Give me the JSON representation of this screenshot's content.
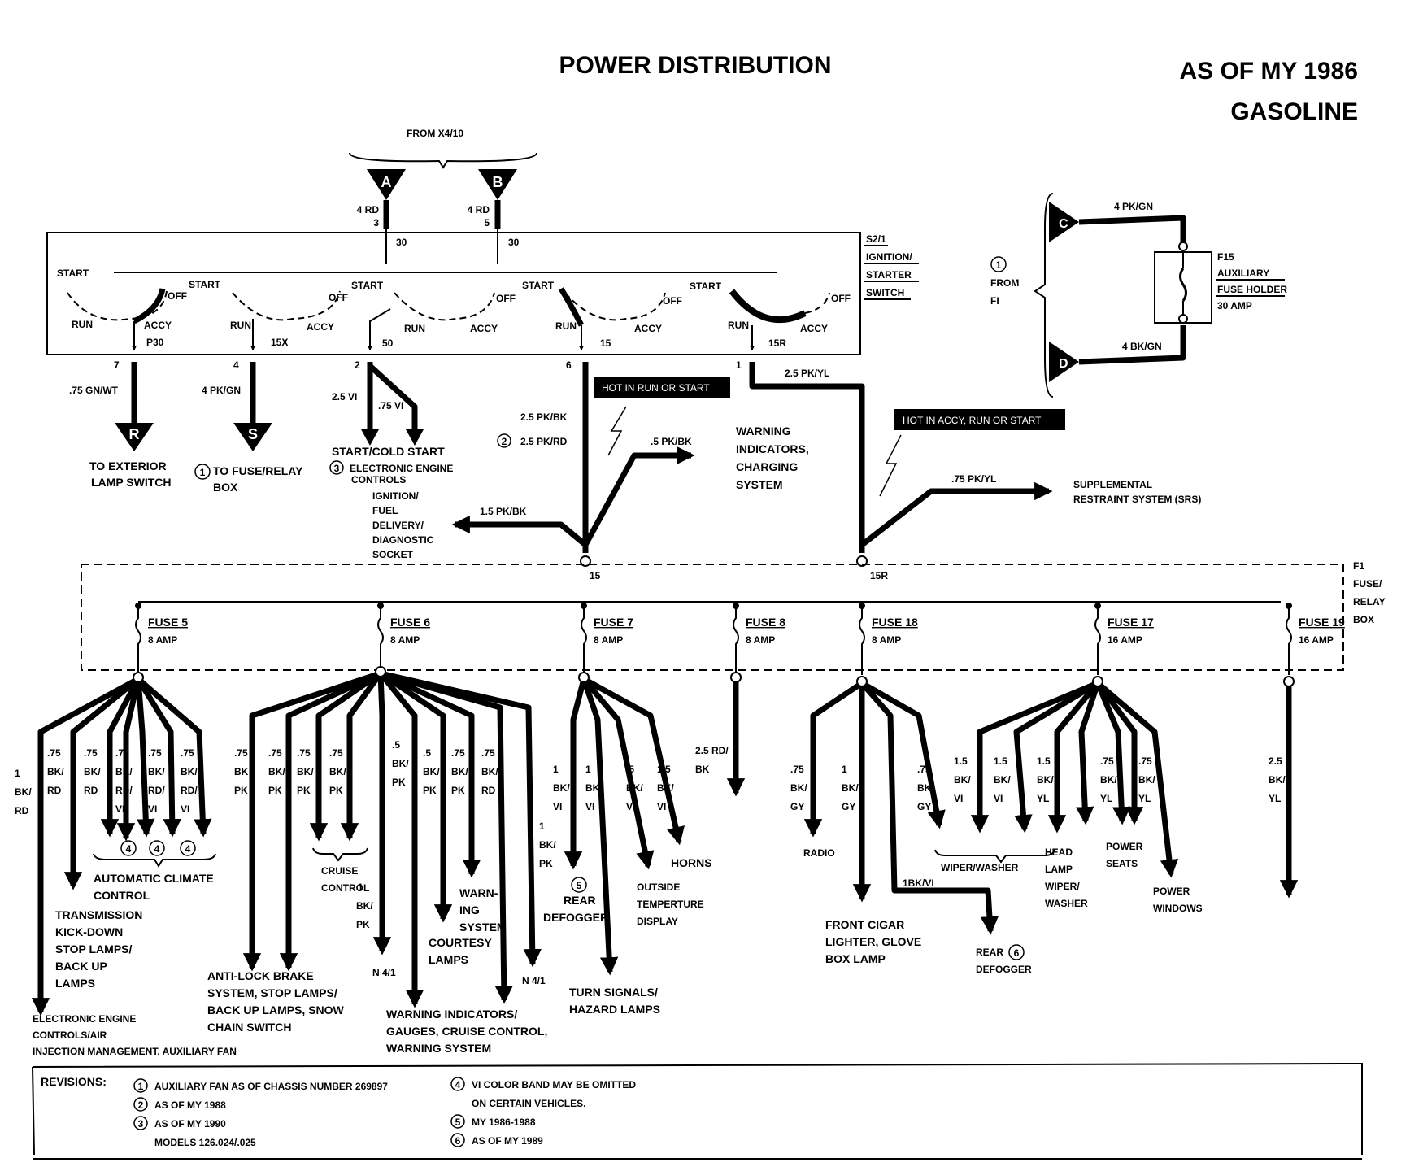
{
  "header": {
    "title": "POWER DISTRIBUTION",
    "as_of": "AS OF MY 1986",
    "fuel": "GASOLINE"
  },
  "top": {
    "from": "FROM X4/10",
    "conn_a": "A",
    "conn_b": "B",
    "wire_a": "4 RD",
    "pin_a": "3",
    "wire_b": "4 RD",
    "pin_b": "5",
    "term30": "30"
  },
  "switch": {
    "label": [
      "S2/1",
      "IGNITION/",
      "STARTER",
      "SWITCH"
    ],
    "start": "START",
    "off": "OFF",
    "run": "RUN",
    "accy": "ACCY",
    "outputs": [
      {
        "term": "P30",
        "pin": "7",
        "wire": ".75 GN/WT",
        "conn": "R",
        "dest": [
          "TO EXTERIOR",
          "LAMP SWITCH"
        ]
      },
      {
        "term": "15X",
        "pin": "4",
        "wire": "4 PK/GN",
        "conn": "S",
        "dest": [
          "TO FUSE/RELAY",
          "BOX"
        ],
        "note": "1"
      },
      {
        "term": "50",
        "pin": "2",
        "wire": "2.5 VI",
        "wire2": ".75 VI",
        "dest": [
          "START/COLD START",
          "ELECTRONIC ENGINE",
          "CONTROLS"
        ],
        "note": "3"
      },
      {
        "term": "15",
        "pin": "6"
      },
      {
        "term": "15R",
        "pin": "1"
      }
    ]
  },
  "fuse15": {
    "wire": "2.5 PK/BK",
    "wire_alt": "2.5 PK/RD",
    "note": "2",
    "hot": "HOT IN RUN OR START",
    "branch_up": ".5 PK/BK",
    "branch_up_dest": [
      "WARNING",
      "INDICATORS,",
      "CHARGING",
      "SYSTEM"
    ],
    "branch_left": "1.5 PK/BK",
    "branch_left_dest": [
      "IGNITION/",
      "FUEL",
      "DELIVERY/",
      "DIAGNOSTIC",
      "SOCKET"
    ],
    "term": "15"
  },
  "fuse15r": {
    "wire": "2.5 PK/YL",
    "hot": "HOT IN ACCY, RUN OR START",
    "branch": ".75 PK/YL",
    "branch_dest": [
      "SUPPLEMENTAL",
      "RESTRAINT SYSTEM (SRS)"
    ],
    "term": "15R"
  },
  "aux": {
    "from": [
      "FROM",
      "FI"
    ],
    "note": "1",
    "conn_c": "C",
    "conn_d": "D",
    "wire_c": "4 PK/GN",
    "wire_d": "4 BK/GN",
    "fuse": [
      "F15",
      "AUXILIARY",
      "FUSE HOLDER",
      "30 AMP"
    ]
  },
  "fusebox": {
    "label": [
      "F1",
      "FUSE/",
      "RELAY",
      "BOX"
    ],
    "fuses": [
      {
        "name": "FUSE 5",
        "amp": "8 AMP"
      },
      {
        "name": "FUSE 6",
        "amp": "8 AMP"
      },
      {
        "name": "FUSE 7",
        "amp": "8 AMP"
      },
      {
        "name": "FUSE 8",
        "amp": "8 AMP"
      },
      {
        "name": "FUSE 18",
        "amp": "8 AMP"
      },
      {
        "name": "FUSE 17",
        "amp": "16 AMP"
      },
      {
        "name": "FUSE 19",
        "amp": "16 AMP"
      }
    ]
  },
  "dest": {
    "eec": [
      "ELECTRONIC ENGINE",
      "CONTROLS/AIR",
      "INJECTION MANAGEMENT, AUXILIARY FAN"
    ],
    "trans": [
      "TRANSMISSION",
      "KICK-DOWN",
      "STOP LAMPS/",
      "BACK UP",
      "LAMPS"
    ],
    "climate": [
      "AUTOMATIC CLIMATE",
      "CONTROL"
    ],
    "abs": [
      "ANTI-LOCK BRAKE",
      "SYSTEM, STOP LAMPS/",
      "BACK UP LAMPS, SNOW",
      "CHAIN SWITCH"
    ],
    "cruise": [
      "CRUISE",
      "CONTROL"
    ],
    "warnind": [
      "WARNING INDICATORS/",
      "GAUGES, CRUISE CONTROL,",
      "WARNING SYSTEM"
    ],
    "courtesy": [
      "COURTESY",
      "LAMPS"
    ],
    "warnsys": [
      "WARN-",
      "ING",
      "SYSTEM"
    ],
    "n41": "N 4/1",
    "reardef": [
      "REAR",
      "DEFOGGER"
    ],
    "turn": [
      "TURN SIGNALS/",
      "HAZARD LAMPS"
    ],
    "outside": [
      "OUTSIDE",
      "TEMPERTURE",
      "DISPLAY"
    ],
    "horns": "HORNS",
    "radio": "RADIO",
    "cigar": [
      "FRONT CIGAR",
      "LIGHTER, GLOVE",
      "BOX LAMP"
    ],
    "reardef2": [
      "REAR",
      "DEFOGGER"
    ],
    "wiper": "WIPER/WASHER",
    "headlamp": [
      "HEAD",
      "LAMP",
      "WIPER/",
      "WASHER"
    ],
    "seats": [
      "POWER",
      "SEATS"
    ],
    "windows": [
      "POWER",
      "WINDOWS"
    ]
  },
  "wires": {
    "f5": [
      [
        "1",
        "BK/",
        "RD"
      ],
      [
        ".75",
        "BK/",
        "RD"
      ],
      [
        ".75",
        "BK/",
        "RD"
      ],
      [
        ".75",
        "BK/",
        "RD/",
        "VI"
      ],
      [
        ".75",
        "BK/",
        "RD/",
        "VI"
      ],
      [
        ".75",
        "BK/",
        "RD/",
        "VI"
      ]
    ],
    "f6": [
      [
        ".75",
        "BK",
        "PK"
      ],
      [
        ".75",
        "BK/",
        "PK"
      ],
      [
        ".75",
        "BK/",
        "PK"
      ],
      [
        ".75",
        "BK/",
        "PK"
      ],
      [
        ".5",
        "BK/",
        "PK"
      ],
      [
        ".5",
        "BK/",
        "PK"
      ],
      [
        ".75",
        "BK/",
        "PK"
      ],
      [
        ".75",
        "BK/",
        "RD"
      ]
    ],
    "f6b": [
      "1",
      "BK/",
      "PK"
    ],
    "f6c": [
      "1",
      "BK/",
      "PK"
    ],
    "f7": [
      [
        "1",
        "BK/",
        "VI"
      ],
      [
        "1",
        "BK/",
        "VI"
      ],
      [
        ".5",
        "BK/",
        "VI"
      ],
      [
        "1.5",
        "BK/",
        "VI"
      ]
    ],
    "f8": [
      "2.5 RD/",
      "BK"
    ],
    "f18": [
      [
        ".75",
        "BK/",
        "GY"
      ],
      [
        "1",
        "BK/",
        "GY"
      ],
      [
        ".75",
        "BK/",
        "GY"
      ]
    ],
    "f18b": "1BK/VI",
    "f17": [
      [
        "1.5",
        "BK/",
        "VI"
      ],
      [
        "1.5",
        "BK/",
        "VI"
      ],
      [
        "1.5",
        "BK/",
        "YL"
      ],
      [
        ".75",
        "BK/",
        "YL"
      ],
      [
        ".75",
        "BK/",
        "YL"
      ]
    ],
    "f19": [
      "2.5",
      "BK/",
      "YL"
    ]
  },
  "notes": {
    "n4": "4",
    "n5": "5",
    "n6": "6"
  },
  "revisions": {
    "label": "REVISIONS:",
    "items": [
      {
        "n": "1",
        "t": "AUXILIARY FAN AS OF CHASSIS NUMBER 269897"
      },
      {
        "n": "2",
        "t": "AS OF MY 1988"
      },
      {
        "n": "3",
        "t": "AS OF MY 1990"
      },
      {
        "n": "",
        "t": "MODELS 126.024/.025"
      },
      {
        "n": "4",
        "t": "VI COLOR BAND MAY BE OMITTED"
      },
      {
        "n": "",
        "t": "ON CERTAIN VEHICLES."
      },
      {
        "n": "5",
        "t": "MY 1986-1988"
      },
      {
        "n": "6",
        "t": "AS OF MY 1989"
      }
    ]
  }
}
